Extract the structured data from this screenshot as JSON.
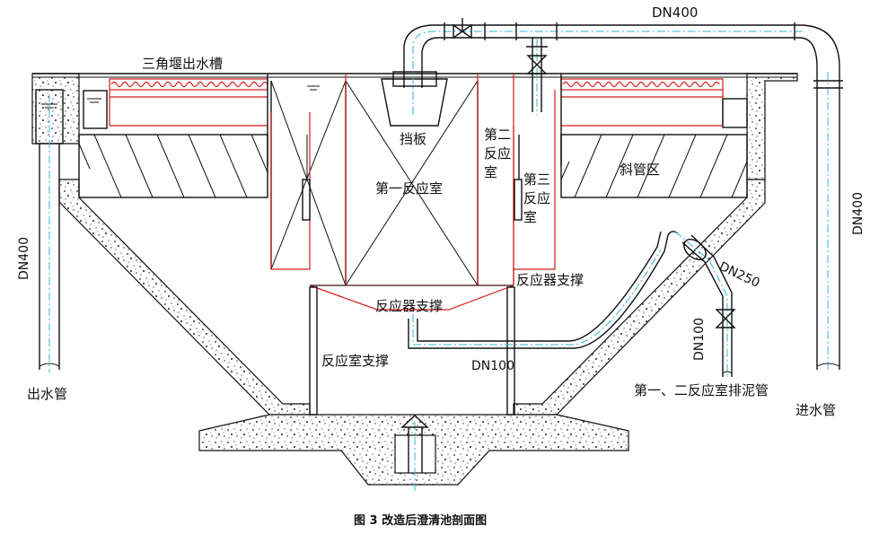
{
  "labels": {
    "dn400_top": "DN400",
    "weir_trough": "三角堰出水槽",
    "baffle": "挡板",
    "reaction_1": "第一反应室",
    "reaction_2": "第二\n反应\n室",
    "reaction_3": "第三\n反应\n室",
    "inclined_tube": "斜管区",
    "dn400_right": "DN400",
    "dn400_left": "DN400",
    "dn250": "DN250",
    "reactor_support_right": "反应器支撑",
    "reactor_support_center": "反应器支撑",
    "dn100_horizontal": "DN100",
    "dn100_vertical": "DN100",
    "reaction_room_support": "反应室支撑",
    "outlet_pipe": "出水管",
    "sludge_pipe": "第一、二反应室排泥管",
    "inlet_pipe": "进水管"
  },
  "caption": "图 3   改造后澄清池剖面图",
  "colors": {
    "outline": "#111111",
    "red_structure": "#d21a1a",
    "centerline": "#2fb7d3"
  }
}
